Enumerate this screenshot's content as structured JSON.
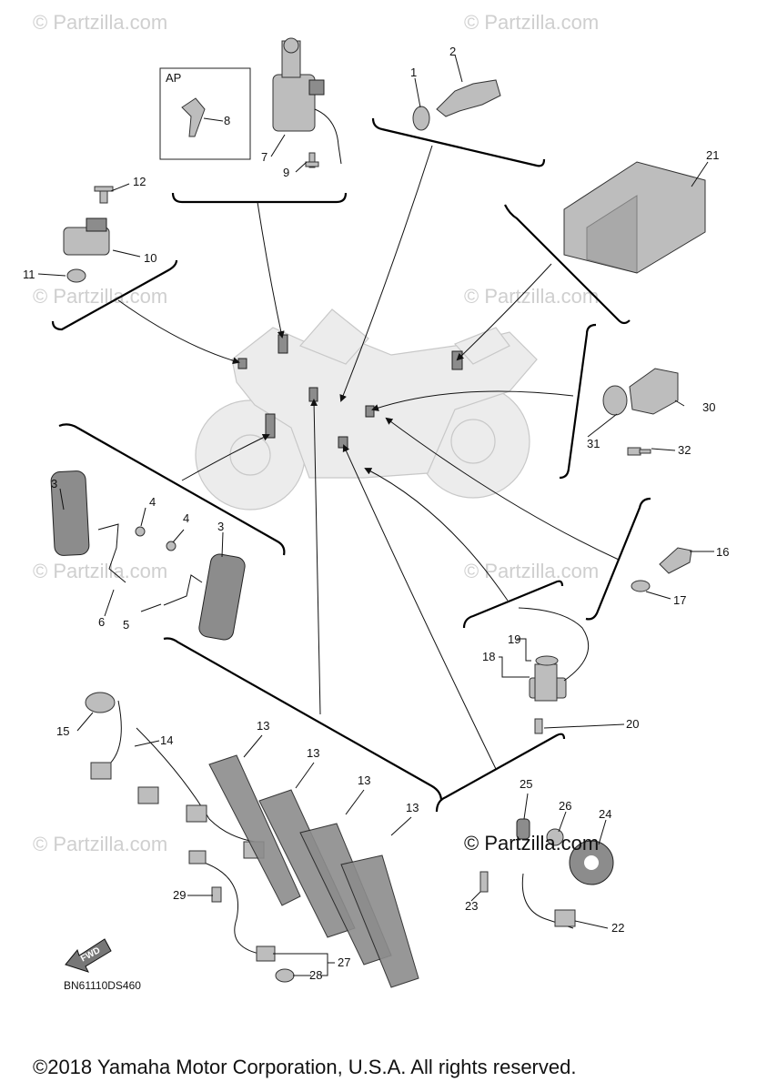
{
  "watermarks": [
    "© Partzilla.com",
    "© Partzilla.com",
    "© Partzilla.com",
    "© Partzilla.com",
    "© Partzilla.com",
    "© Partzilla.com",
    "© Partzilla.com",
    "© Partzilla.com"
  ],
  "ap_label": "AP",
  "part_numbers": {
    "p1": "1",
    "p2": "2",
    "p3a": "3",
    "p3b": "3",
    "p4a": "4",
    "p4b": "4",
    "p5": "5",
    "p6": "6",
    "p7": "7",
    "p8": "8",
    "p9": "9",
    "p10": "10",
    "p11": "11",
    "p12": "12",
    "p13a": "13",
    "p13b": "13",
    "p13c": "13",
    "p13d": "13",
    "p14": "14",
    "p15": "15",
    "p16": "16",
    "p17": "17",
    "p18": "18",
    "p19": "19",
    "p20": "20",
    "p21": "21",
    "p22": "22",
    "p23": "23",
    "p24": "24",
    "p25": "25",
    "p26": "26",
    "p27": "27",
    "p28": "28",
    "p29": "29",
    "p30": "30",
    "p31": "31",
    "p32": "32"
  },
  "fwd_label": "FWD",
  "diagram_code": "BN61110DS460",
  "brand_mark": "© Partzilla.com",
  "copyright": "©2018 Yamaha Motor Corporation, U.S.A. All rights reserved."
}
